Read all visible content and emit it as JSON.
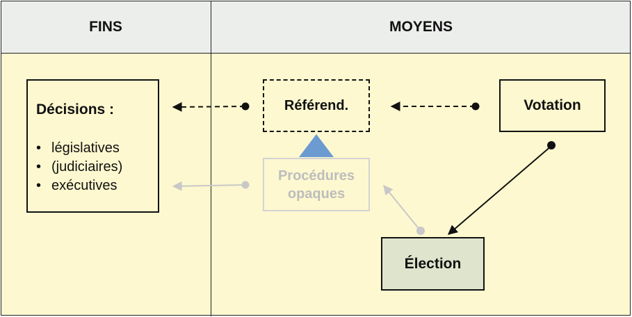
{
  "header": {
    "fins_label": "FINS",
    "moyens_label": "MOYENS"
  },
  "nodes": {
    "decisions": {
      "title": "Décisions :",
      "items": [
        "législatives",
        "(judiciaires)",
        "exécutives"
      ]
    },
    "referend": {
      "label": "Référend."
    },
    "votation": {
      "label": "Votation"
    },
    "procedures": {
      "line1": "Procédures",
      "line2": "opaques"
    },
    "election": {
      "label": "Élection"
    }
  },
  "colors": {
    "background": "#fdf8cf",
    "header_background": "#eceeec",
    "election_fill": "#dfe5cc",
    "muted": "#c8c8c8",
    "triangle": "#6b9bd1"
  }
}
